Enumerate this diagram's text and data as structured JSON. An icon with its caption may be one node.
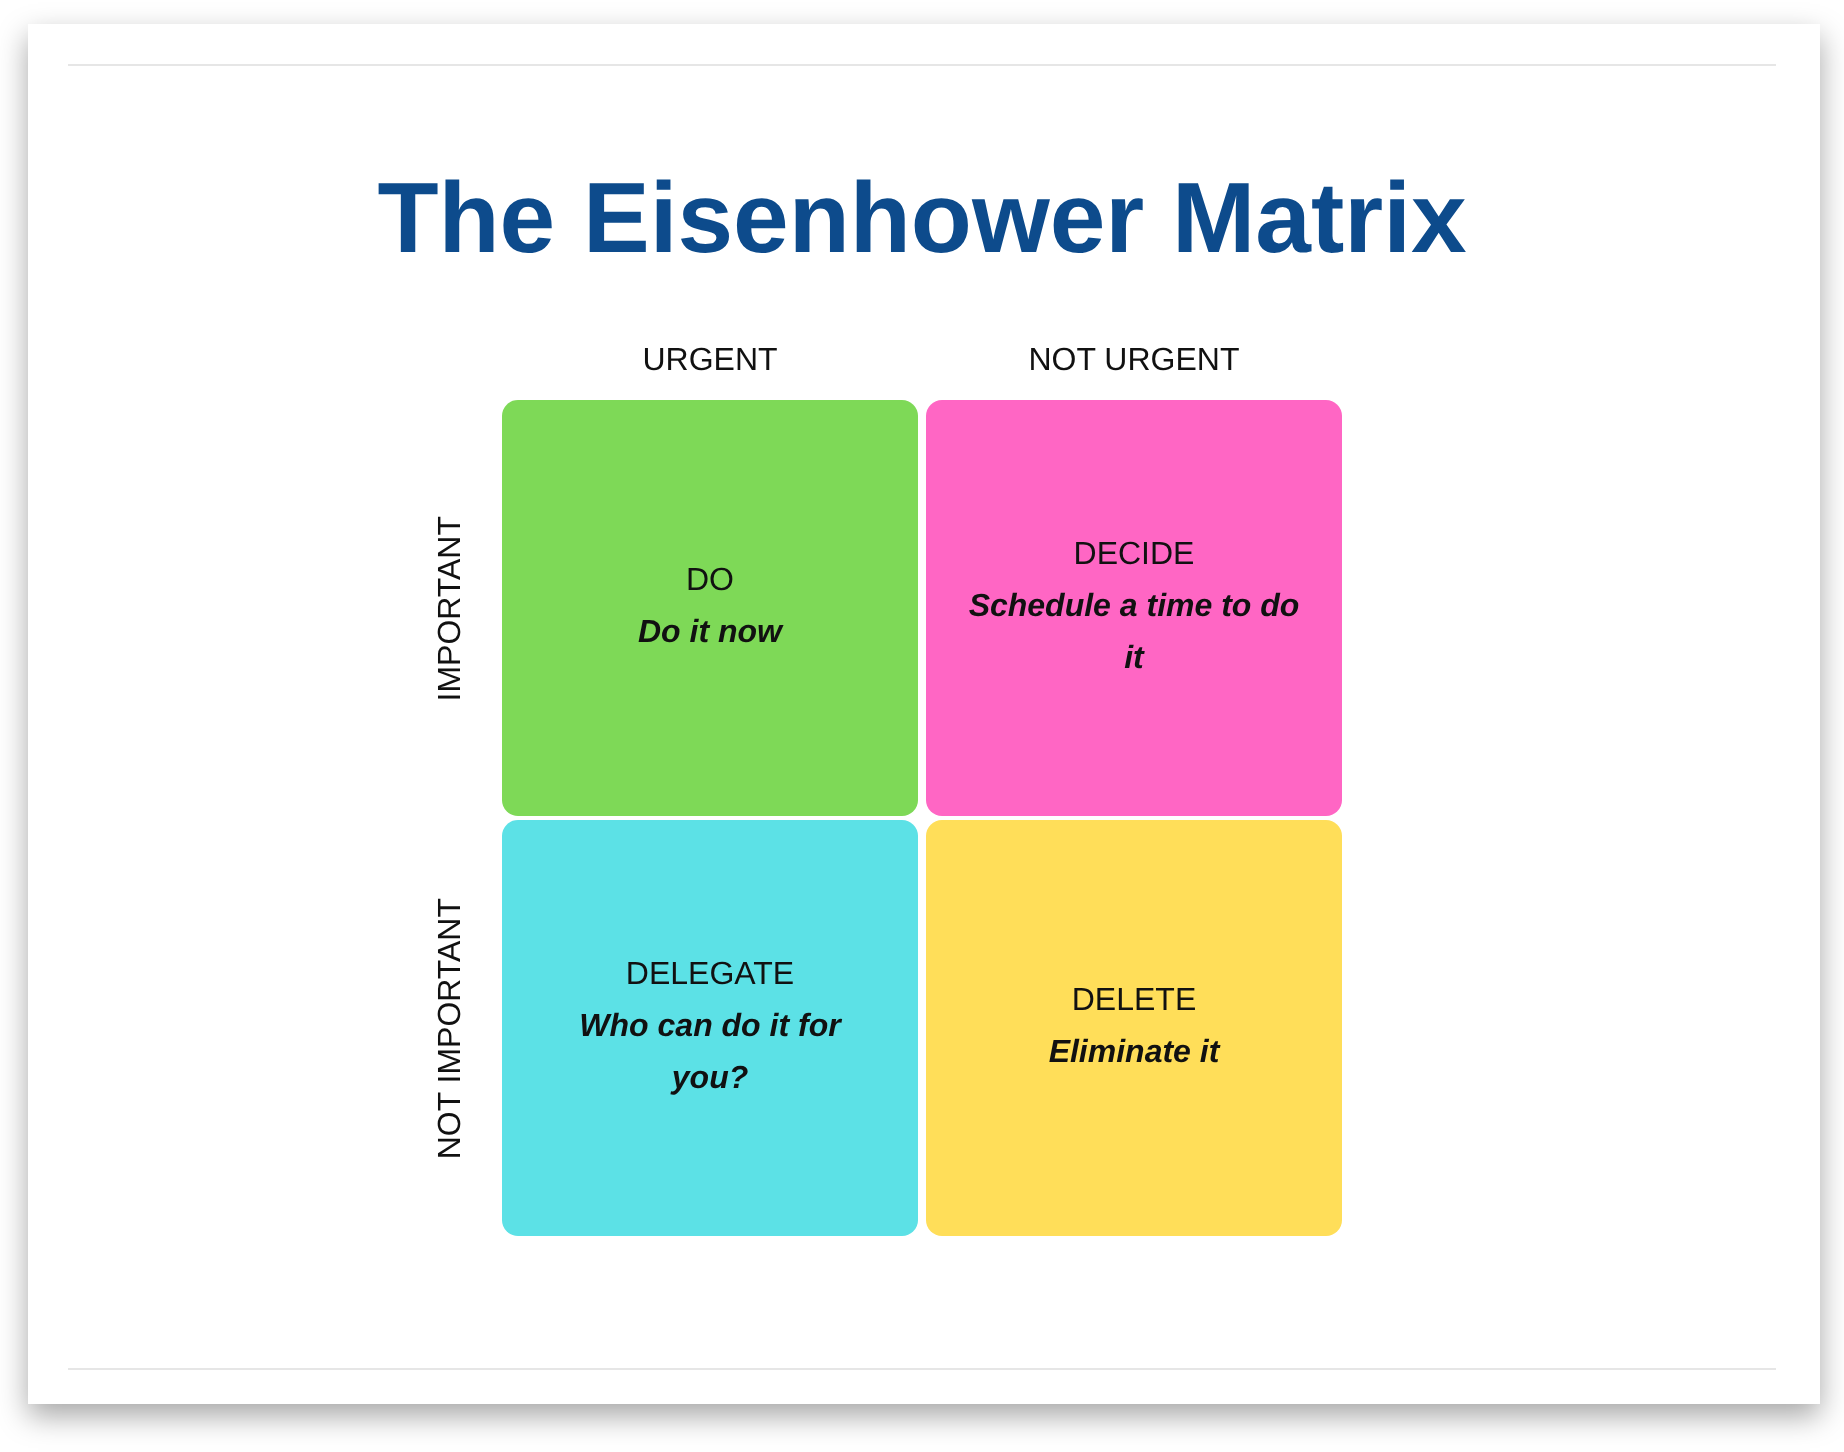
{
  "diagram": {
    "title": "The Eisenhower Matrix",
    "nodes": [
      {
        "text": [
          "DO",
          "Do it now"
        ]
      },
      {
        "text": [
          "DECIDE",
          "Schedule a time to do it"
        ]
      },
      {
        "text": [
          "DELEGATE",
          "Who can do it for you?"
        ]
      },
      {
        "text": [
          "DELETE",
          "Eliminate it"
        ]
      }
    ],
    "labels": [
      "URGENT",
      "NOT URGENT",
      "IMPORTANT",
      "NOT IMPORTANT"
    ]
  }
}
